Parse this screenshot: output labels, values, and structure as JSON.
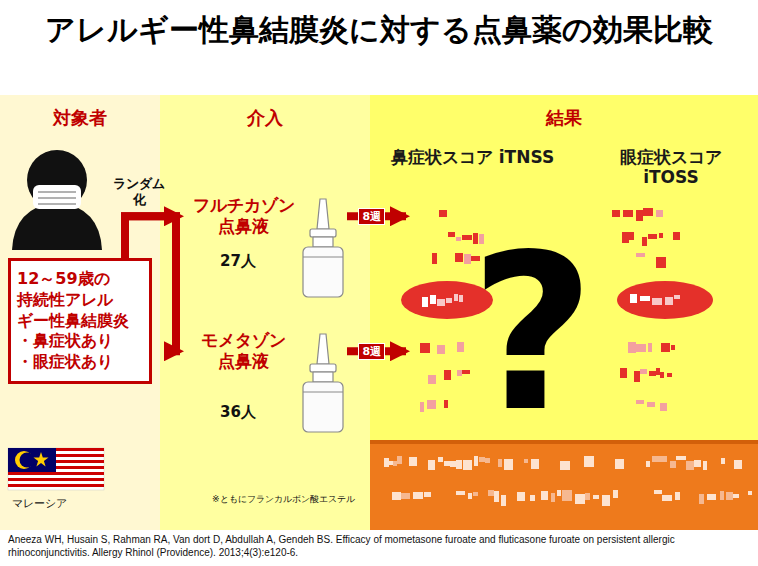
{
  "diagram": {
    "title": "アレルギー性鼻結膜炎に対する点鼻薬の効果比較",
    "caption": "Aneeza WH, Husain S, Rahman RA, Van dort D, Abdullah A, Gendeh BS. Efficacy of mometasone furoate and fluticasone furoate on persistent allergic rhinoconjunctivitis. Allergy Rhinol (Providence). 2013;4(3):e120-6.",
    "nodes": [
      {
        "text": [
          "対象者"
        ]
      },
      {
        "text": [
          "12～59歳の 持続性アレル ギー性鼻結膜炎",
          "・鼻症状あり",
          "・眼症状あり"
        ],
        "in": 0
      },
      {
        "text": [
          "介入"
        ]
      },
      {
        "text": [
          "フルチカゾン 点鼻液",
          "27人"
        ],
        "in": 2
      },
      {
        "text": [
          "モメタゾン 点鼻液",
          "36人"
        ],
        "in": 2
      },
      {
        "text": [
          "結果"
        ]
      },
      {
        "text": [
          "鼻症状スコア iTNSS"
        ],
        "in": 5
      },
      {
        "text": [
          "眼症状スコア iTOSS"
        ],
        "in": 5
      }
    ],
    "edges": [
      {
        "from": 1,
        "to": 3,
        "arrow": "to",
        "label": "ランダム 化"
      },
      {
        "from": 1,
        "to": 4,
        "arrow": "to"
      },
      {
        "from": 3,
        "to": 5,
        "arrow": "to",
        "label": "8週"
      },
      {
        "from": 4,
        "to": 5,
        "arrow": "to",
        "label": "8週"
      }
    ],
    "labels": [
      "?",
      "※ともにフランカルボン酸エステル",
      "マレーシア"
    ]
  }
}
